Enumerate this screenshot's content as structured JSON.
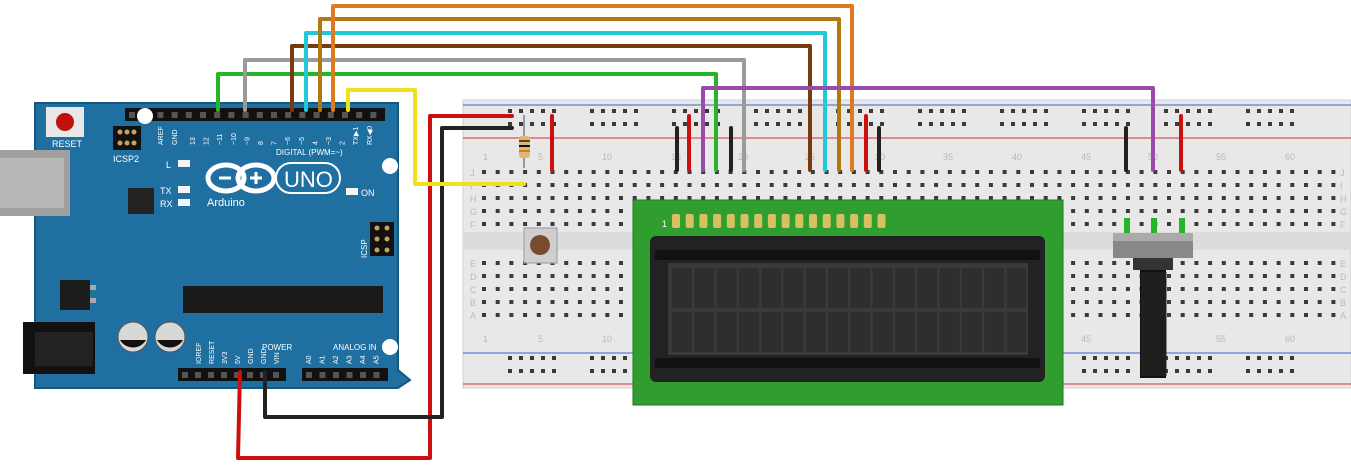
{
  "arduino": {
    "reset_label": "RESET",
    "icsp2_label": "ICSP2",
    "icsp_label": "ICSP",
    "aref_label": "AREF",
    "gnd_label": "GND",
    "digital_pins": [
      "13",
      "12",
      "~11",
      "~10",
      "~9",
      "8",
      "7",
      "~6",
      "~5",
      "4",
      "~3",
      "2",
      "TX▶1",
      "RX◀0"
    ],
    "digital_label": "DIGITAL (PWM=~)",
    "l_label": "L",
    "tx_label": "TX",
    "rx_label": "RX",
    "on_label": "ON",
    "uno_label": "UNO",
    "brand_label": "Arduino",
    "power_label": "POWER",
    "analog_label": "ANALOG IN",
    "power_pins": [
      "IOREF",
      "RESET",
      "3V3",
      "5V",
      "GND",
      "GND",
      "VIN"
    ],
    "analog_pins": [
      "A0",
      "A1",
      "A2",
      "A3",
      "A4",
      "A5"
    ]
  },
  "breadboard": {
    "column_numbers": [
      "1",
      "5",
      "10",
      "15",
      "20",
      "25",
      "30",
      "35",
      "40",
      "45",
      "50",
      "55",
      "60"
    ],
    "row_letters_top": [
      "J",
      "I",
      "H",
      "G",
      "F"
    ],
    "row_letters_bottom": [
      "E",
      "D",
      "C",
      "B",
      "A"
    ]
  },
  "lcd": {
    "pin1_label": "1"
  },
  "colors": {
    "board_blue": "#1f6fa0",
    "lcd_green": "#2f9e2f",
    "wire_red": "#cc1010",
    "wire_black": "#222222",
    "wire_yellow": "#f0e21a",
    "wire_green": "#28b428",
    "wire_gray": "#9a9a9a",
    "wire_brown": "#7a3a10",
    "wire_cyan": "#20c8d8",
    "wire_olive": "#b07a10",
    "wire_orange": "#e07a20",
    "wire_purple": "#9a4aa8"
  }
}
